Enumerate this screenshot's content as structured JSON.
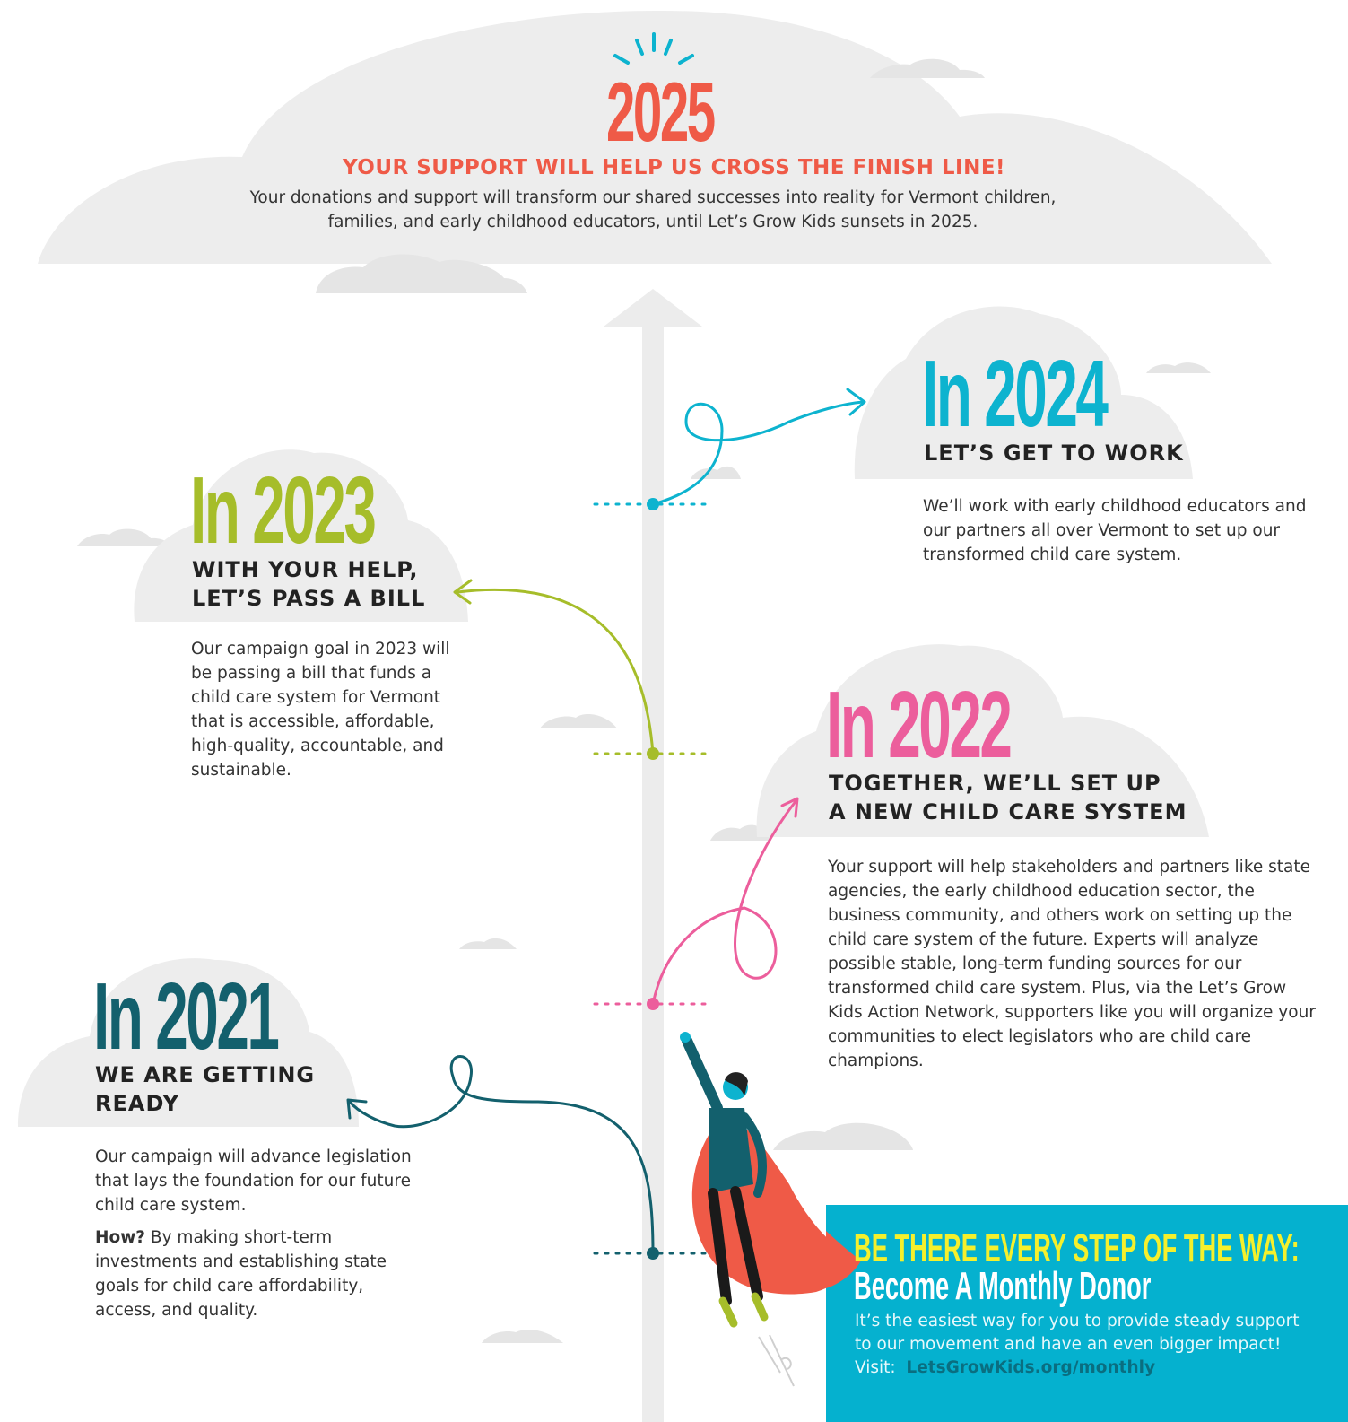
{
  "colors": {
    "accent_red": "#ef5a47",
    "cyan": "#0db3cf",
    "green": "#a6bd2a",
    "pink": "#ec5e9c",
    "teal": "#13606d",
    "cloud": "#ededed",
    "cta_bg": "#05b1cf",
    "cta_yellow": "#f5f02c"
  },
  "top": {
    "year": "2025",
    "tagline": "YOUR SUPPORT WILL HELP US CROSS THE FINISH LINE!",
    "text_line1": "Your donations and support will transform our shared successes into reality for Vermont children,",
    "text_line2": "families, and early childhood educators, until Let’s Grow Kids sunsets in 2025."
  },
  "y2024": {
    "year": "In 2024",
    "heading": "LET’S GET TO WORK",
    "body": "We’ll work with early childhood educators and our partners all over Vermont to set up our transformed child care system."
  },
  "y2023": {
    "year": "In 2023",
    "heading_line1": "WITH YOUR HELP,",
    "heading_line2": "LET’S PASS A BILL",
    "body": "Our campaign goal in 2023 will be passing a bill that funds a child care system for Vermont that is accessible, affordable, high-quality, accountable, and sustainable."
  },
  "y2022": {
    "year": "In 2022",
    "heading_line1": "TOGETHER, WE’LL SET UP",
    "heading_line2": "A NEW CHILD CARE SYSTEM",
    "body": "Your support will help stakeholders and partners like state agencies, the early childhood education sector, the business community, and others work on setting up the child care system of the future. Experts will analyze possible stable, long-term funding sources for our transformed child care system. Plus, via the Let’s Grow Kids Action Network, supporters like you will organize your communities to elect legislators who are child care champions."
  },
  "y2021": {
    "year": "In 2021",
    "heading_line1": "WE ARE GETTING",
    "heading_line2": "READY",
    "body1": "Our campaign will advance legislation that lays the foundation for our future child care system.",
    "how_label": "How?",
    "body2": " By making short-term investments and establishing state goals for child care affordability, access, and quality."
  },
  "cta": {
    "title_line1": "BE THERE EVERY STEP OF THE WAY:",
    "title_line2": "Become A Monthly Donor",
    "text_line1": "It’s the easiest way for you to provide steady support",
    "text_line2": "to our movement and have an even bigger impact!",
    "visit_label": "Visit:",
    "url": "LetsGrowKids.org/monthly"
  }
}
